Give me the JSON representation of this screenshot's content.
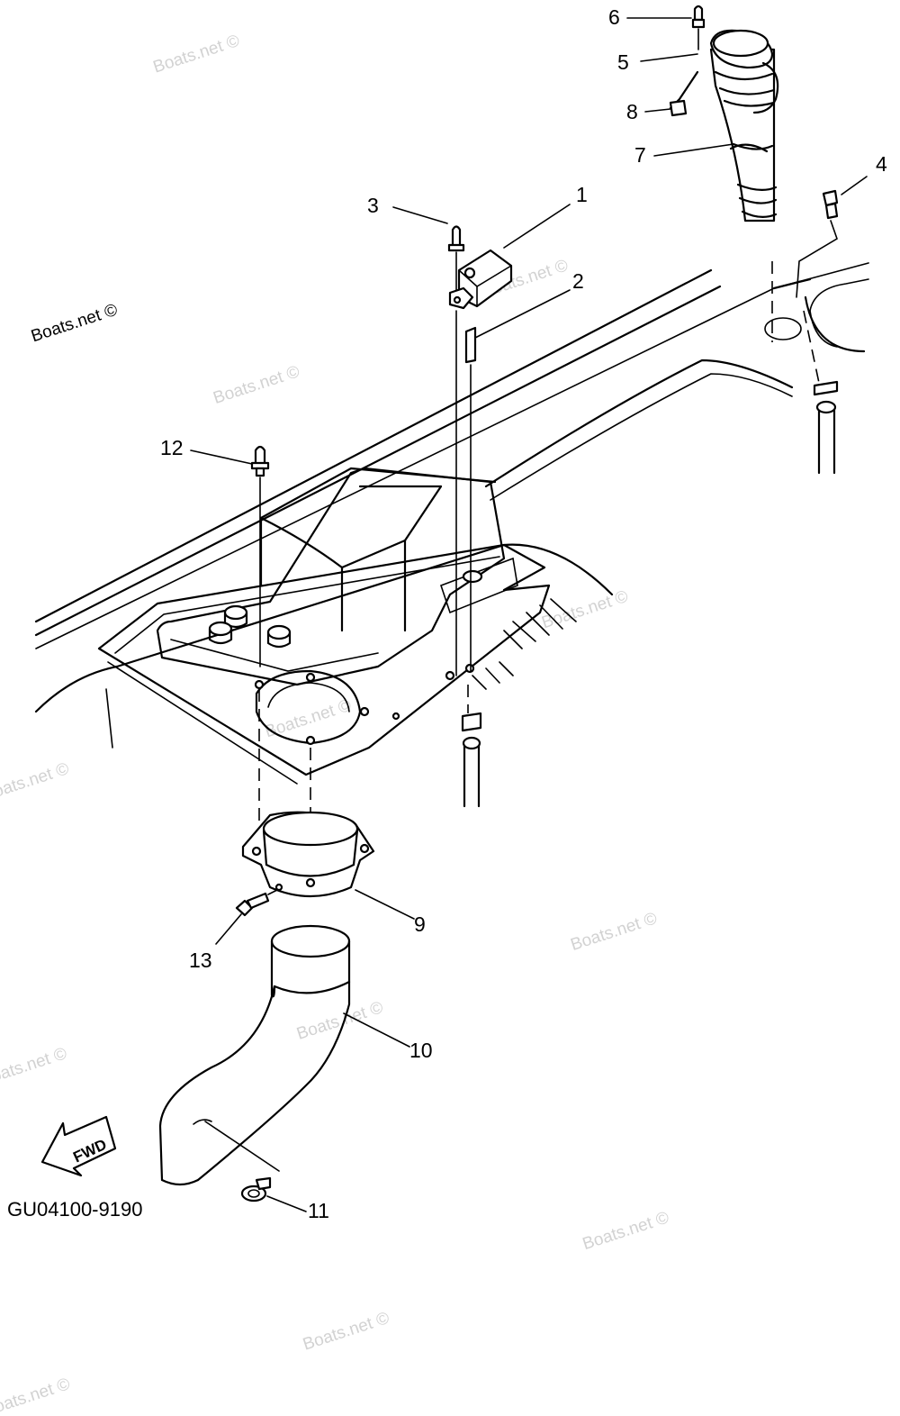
{
  "watermark": "Boats.net ©",
  "copyright_label": "Boats.net ©",
  "diagram_code": "GU04100-9190",
  "direction_label": "FWD",
  "callouts": {
    "c1": "1",
    "c2": "2",
    "c3": "3",
    "c4": "4",
    "c5": "5",
    "c6": "6",
    "c7": "7",
    "c8": "8",
    "c9": "9",
    "c10": "10",
    "c11": "11",
    "c12": "12",
    "c13": "13"
  }
}
